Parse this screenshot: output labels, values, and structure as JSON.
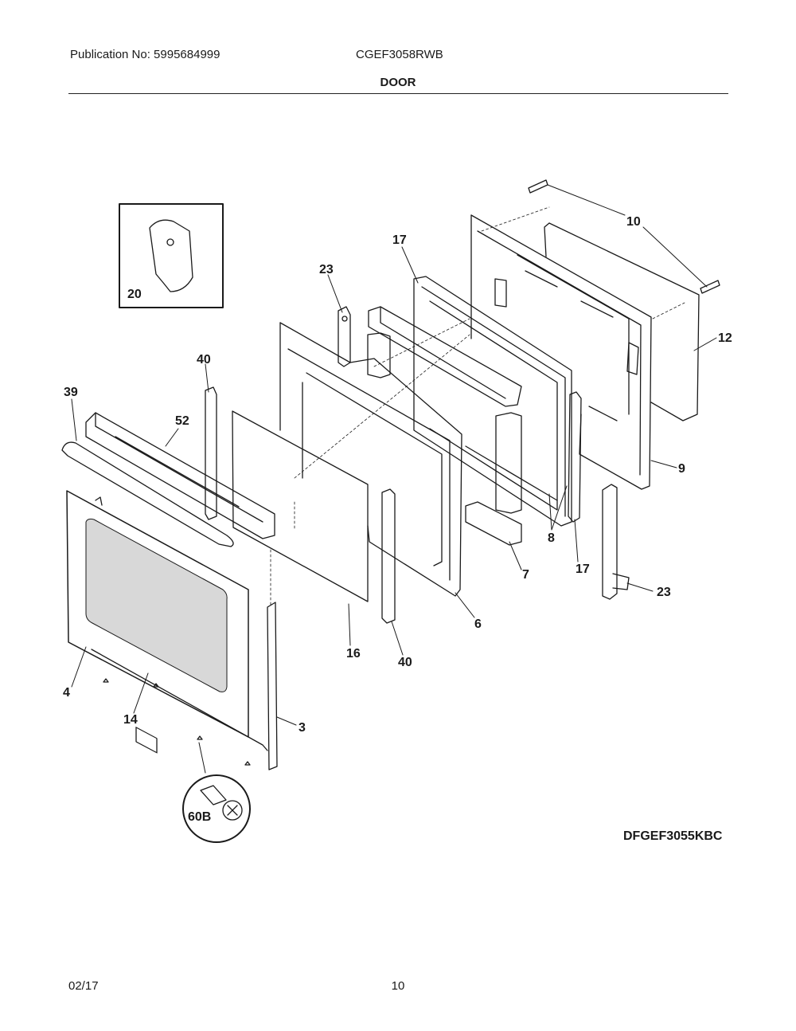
{
  "header": {
    "publication": "Publication No: 5995684999",
    "model": "CGEF3058RWB",
    "section": "DOOR"
  },
  "diagram": {
    "code": "DFGEF3055KBC",
    "callouts": {
      "c10": "10",
      "c17a": "17",
      "c23a": "23",
      "c12": "12",
      "c40a": "40",
      "c39": "39",
      "c52": "52",
      "c9": "9",
      "c8": "8",
      "c7": "7",
      "c17b": "17",
      "c23b": "23",
      "c6": "6",
      "c16": "16",
      "c40b": "40",
      "c4": "4",
      "c14": "14",
      "c3": "3",
      "c60b": "60B",
      "c20": "20"
    }
  },
  "footer": {
    "date": "02/17",
    "page": "10"
  }
}
